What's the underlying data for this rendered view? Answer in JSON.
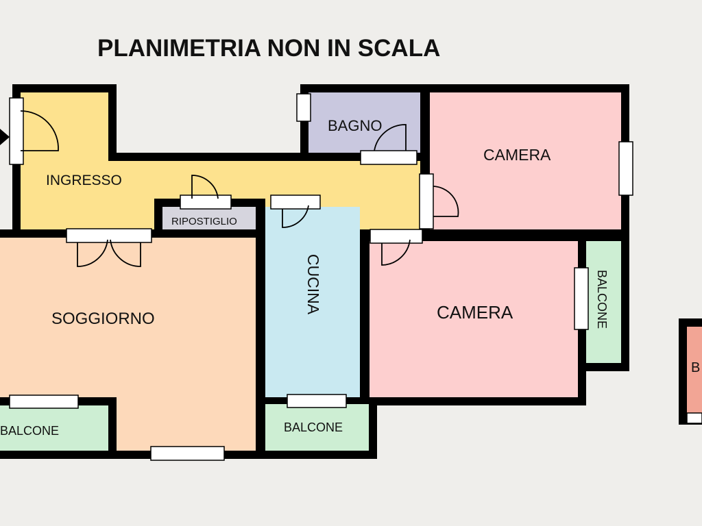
{
  "title": "PLANIMETRIA NON IN SCALA",
  "colors": {
    "wall": "#000000",
    "background": "#efeeeb",
    "ingresso": "#fde28e",
    "bagno": "#c9c8df",
    "camera": "#fdcfcf",
    "ripostiglio": "#d6d5de",
    "cucina": "#c9e9f1",
    "soggiorno": "#fdd9ba",
    "balcone": "#cdeed3",
    "partial_room": "#f2a595"
  },
  "rooms": {
    "ingresso": "INGRESSO",
    "bagno": "BAGNO",
    "camera_top": "CAMERA",
    "ripostiglio": "RIPOSTIGLIO",
    "cucina": "CUCINA",
    "soggiorno": "SOGGIORNO",
    "camera_bottom": "CAMERA",
    "balcone_right": "BALCONE",
    "balcone_left": "BALCONE",
    "balcone_middle": "BALCONE",
    "partial_room": "B"
  }
}
